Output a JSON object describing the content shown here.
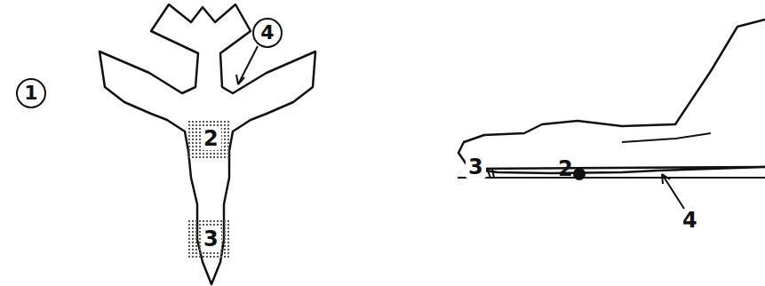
{
  "diagram": {
    "labels": [
      "1",
      "4",
      "2",
      "3",
      "3",
      "2",
      "4"
    ]
  }
}
